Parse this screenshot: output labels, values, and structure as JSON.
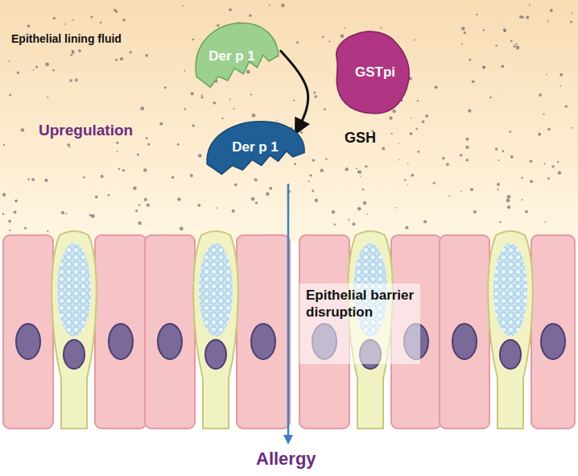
{
  "diagram": {
    "nodes": [
      {
        "text": [
          "Der p 1"
        ]
      },
      {
        "text": [
          "Der p 1"
        ]
      },
      {
        "text": [
          "GSTpi"
        ]
      }
    ],
    "edges": [
      {
        "from": 0,
        "to": 1,
        "arrow": "to"
      }
    ],
    "labels": [
      "Epithelial lining fluid",
      "Upregulation",
      "GSH",
      "Epithelial barrier disruption",
      "Allergy"
    ]
  }
}
